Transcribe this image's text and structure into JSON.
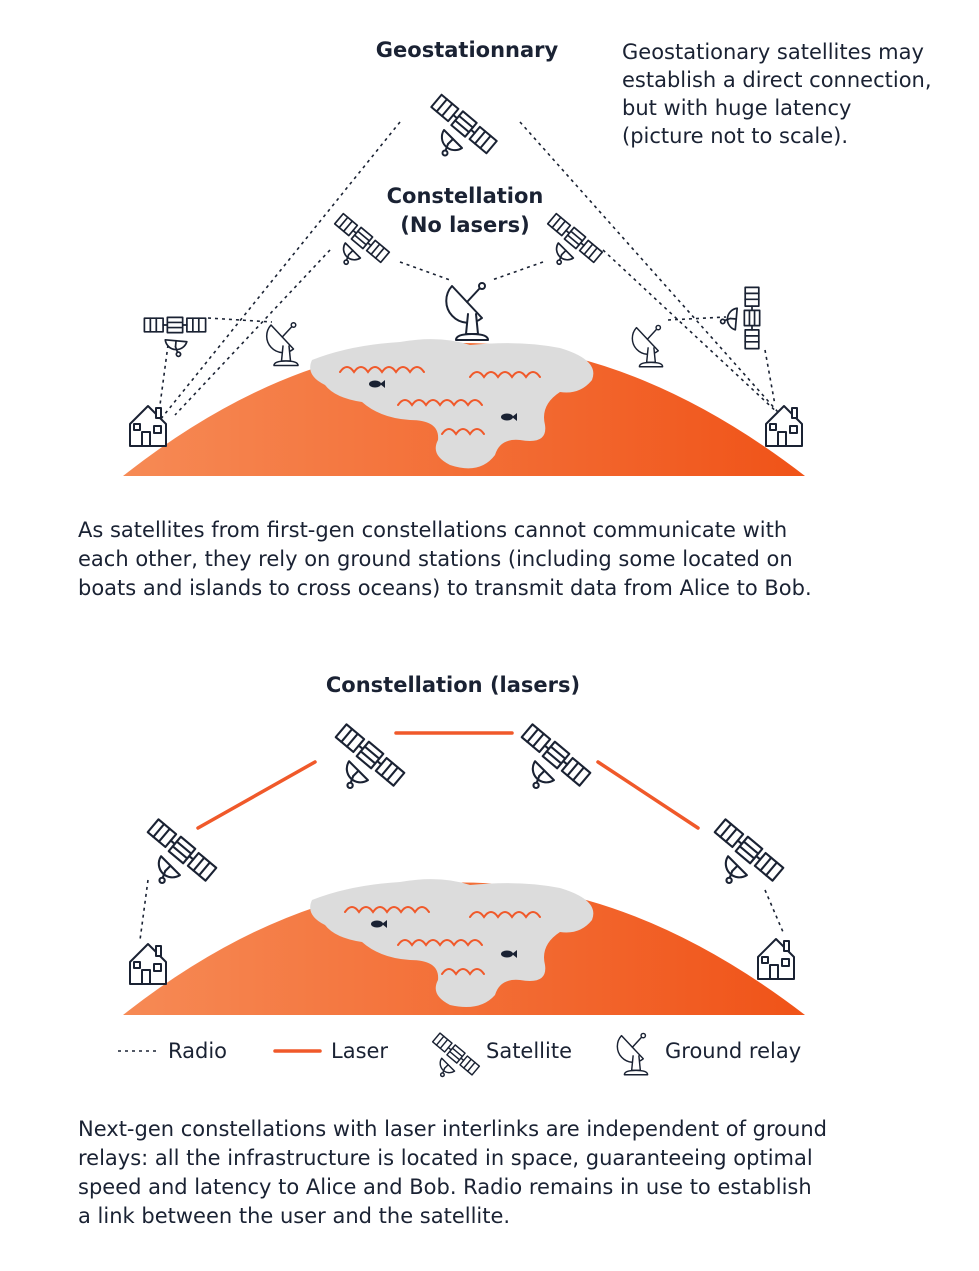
{
  "top_diagram": {
    "geo_title": "Geostationnary",
    "geo_note": [
      "Geostationary satellites may",
      "establish a direct connection,",
      "but with huge latency",
      "(picture not to scale)."
    ],
    "constellation_title": [
      "Constellation",
      "(No lasers)"
    ],
    "caption": [
      "As satellites from first-gen constellations cannot communicate with",
      "each other, they rely on ground stations (including some located on",
      "boats and islands to cross oceans) to transmit data from Alice to Bob."
    ]
  },
  "bottom_diagram": {
    "title": "Constellation (lasers)",
    "caption": [
      "Next-gen constellations with laser interlinks are independent of ground",
      "relays: all the infrastructure is located in space, guaranteeing optimal",
      "speed and latency to Alice and Bob. Radio remains in use to establish",
      "a link between the user and the satellite."
    ]
  },
  "legend": {
    "radio": "Radio",
    "laser": "Laser",
    "satellite": "Satellite",
    "ground_relay": "Ground relay"
  },
  "colors": {
    "earth_start": "#f68a55",
    "earth_end": "#f05318",
    "land": "#dcdcdc",
    "ink": "#1a2233",
    "laser": "#f0592a"
  }
}
